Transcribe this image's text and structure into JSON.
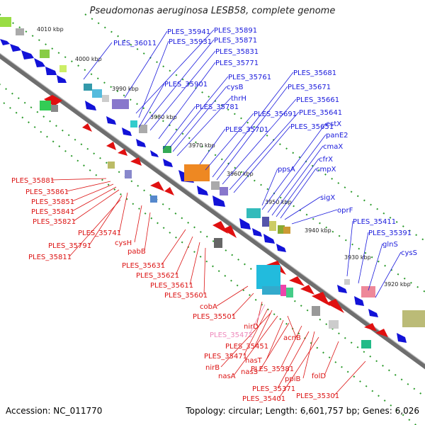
{
  "title": "Pseudomonas aeruginosa LESB58, complete genome",
  "accession": "Accession: NC_011770",
  "summary": "Topology: circular; Length: 6,601,757 bp; Genes: 6,026",
  "colors": {
    "forward_label": "#1a1adc",
    "reverse_label": "#dc1414",
    "pink_label": "#ee88bb",
    "backbone": "#707070"
  },
  "ticks": [
    "4010 kbp",
    "4000 kbp",
    "3990 kbp",
    "3980 kbp",
    "3970 kbp",
    "3960 kbp",
    "3950 kbp",
    "3940 kbp",
    "3930 kbp",
    "3920 kbp"
  ],
  "forward_genes": [
    "PLES_36011",
    "PLES_35941",
    "PLES_35891",
    "PLES_35931",
    "PLES_35871",
    "PLES_35831",
    "PLES_35771",
    "PLES_35901",
    "PLES_35761",
    "cysB",
    "thrH",
    "PLES_35781",
    "PLES_35681",
    "PLES_35671",
    "PLES_35661",
    "PLES_35691",
    "PLES_35641",
    "PLES_35701",
    "PLES_35651",
    "estX",
    "panE2",
    "cmaX",
    "cfrX",
    "cmpX",
    "ppsA",
    "sigX",
    "oprF",
    "PLES_35411",
    "PLES_35391",
    "glnS",
    "cysS"
  ],
  "reverse_genes": [
    "PLES_35881",
    "PLES_35861",
    "PLES_35851",
    "PLES_35841",
    "PLES_35821",
    "PLES_35741",
    "PLES_35791",
    "PLES_35811",
    "cysH",
    "pabB",
    "PLES_35631",
    "PLES_35621",
    "PLES_35611",
    "PLES_35601",
    "cobA",
    "PLES_35501",
    "nirD",
    "PLES_35472",
    "PLES_35451",
    "PLES_35471",
    "acnB",
    "nirB",
    "nasT",
    "nasA",
    "nasS",
    "PLES_35381",
    "ppiB",
    "folD",
    "PLES_35371",
    "PLES_35401",
    "PLES_35301"
  ]
}
